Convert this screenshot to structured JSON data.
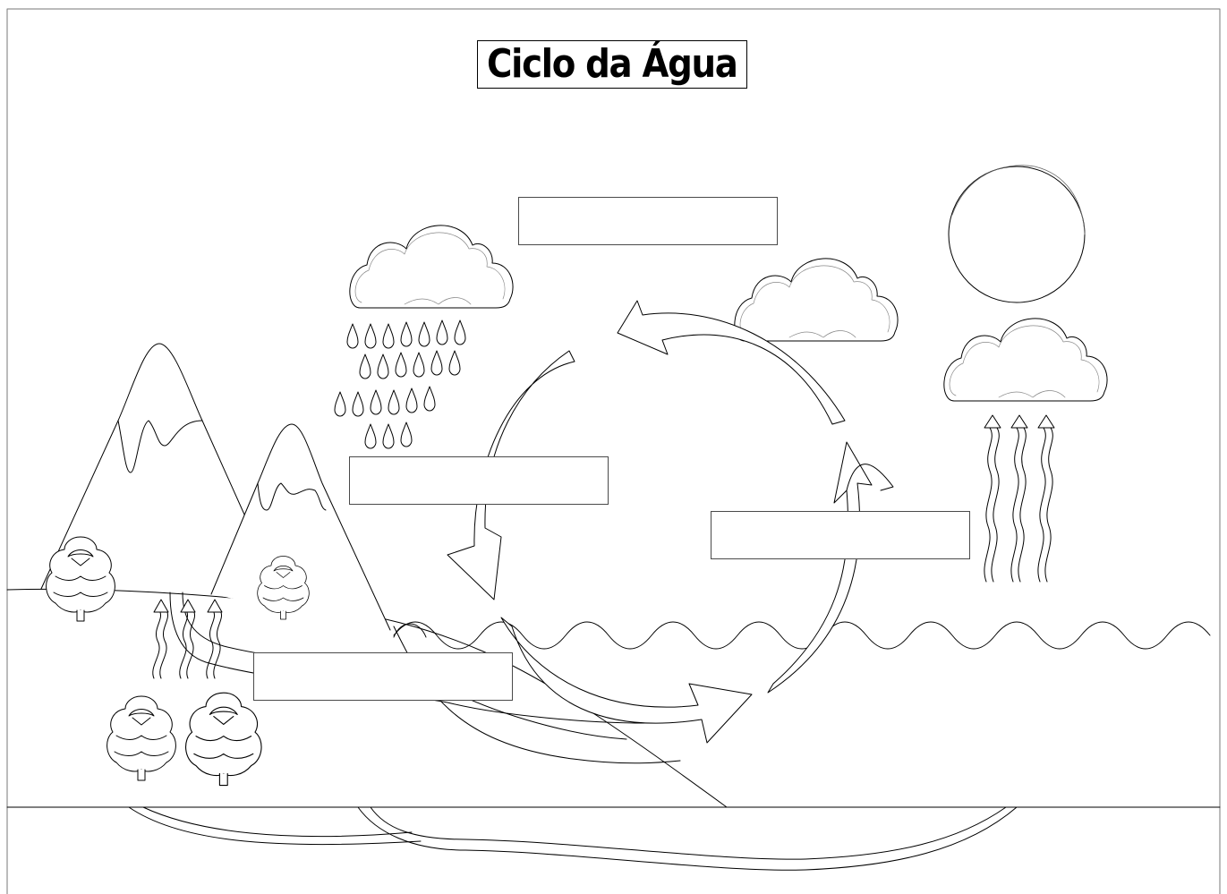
{
  "title": "Ciclo da Água",
  "answer_boxes": [
    {
      "id": "top",
      "value": ""
    },
    {
      "id": "left",
      "value": ""
    },
    {
      "id": "right",
      "value": ""
    },
    {
      "id": "bottom",
      "value": ""
    }
  ],
  "icons": [
    "sun-icon",
    "cloud-icon",
    "raindrop-icon",
    "mountain-icon",
    "tree-icon",
    "wavy-arrow-icon",
    "cycle-arrow-icon"
  ],
  "colors": {
    "line": "#000000",
    "box_border": "#4a4a4a",
    "background": "#ffffff"
  }
}
